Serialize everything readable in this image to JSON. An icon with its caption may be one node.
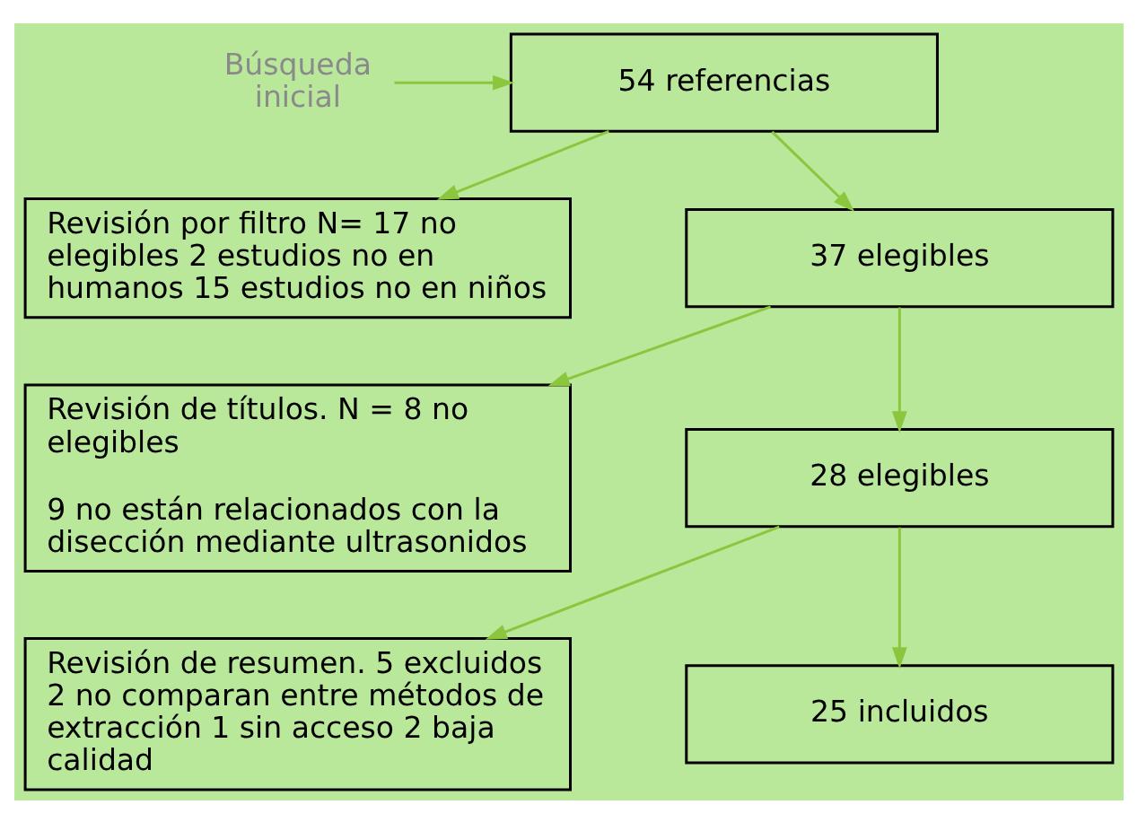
{
  "diagram": {
    "nodes": [
      {
        "text": [
          "Búsqueda inicial"
        ]
      },
      {
        "text": [
          "54 referencias"
        ]
      },
      {
        "text": [
          "Revisión por filtro N= 17 no elegibles 2 estudios no en humanos 15 estudios no en niños"
        ]
      },
      {
        "text": [
          "37 elegibles"
        ]
      },
      {
        "text": [
          "Revisión de títulos. N = 8 no elegibles",
          "9 no están relacionados con la disección mediante ultrasonidos"
        ]
      },
      {
        "text": [
          "28 elegibles"
        ]
      },
      {
        "text": [
          "Revisión de resumen. 5 excluidos 2 no comparan entre métodos de extracción 1 sin acceso 2 baja calidad"
        ]
      },
      {
        "text": [
          "25 incluidos"
        ]
      }
    ],
    "edges": [
      {
        "from": 0,
        "to": 1,
        "arrow": "to"
      },
      {
        "from": 1,
        "to": 3,
        "arrow": "to"
      },
      {
        "from": 1,
        "to": 2,
        "arrow": "to"
      },
      {
        "from": 3,
        "to": 5,
        "arrow": "to"
      },
      {
        "from": 3,
        "to": 4,
        "arrow": "to"
      },
      {
        "from": 5,
        "to": 7,
        "arrow": "to"
      },
      {
        "from": 5,
        "to": 6,
        "arrow": "to"
      }
    ]
  }
}
